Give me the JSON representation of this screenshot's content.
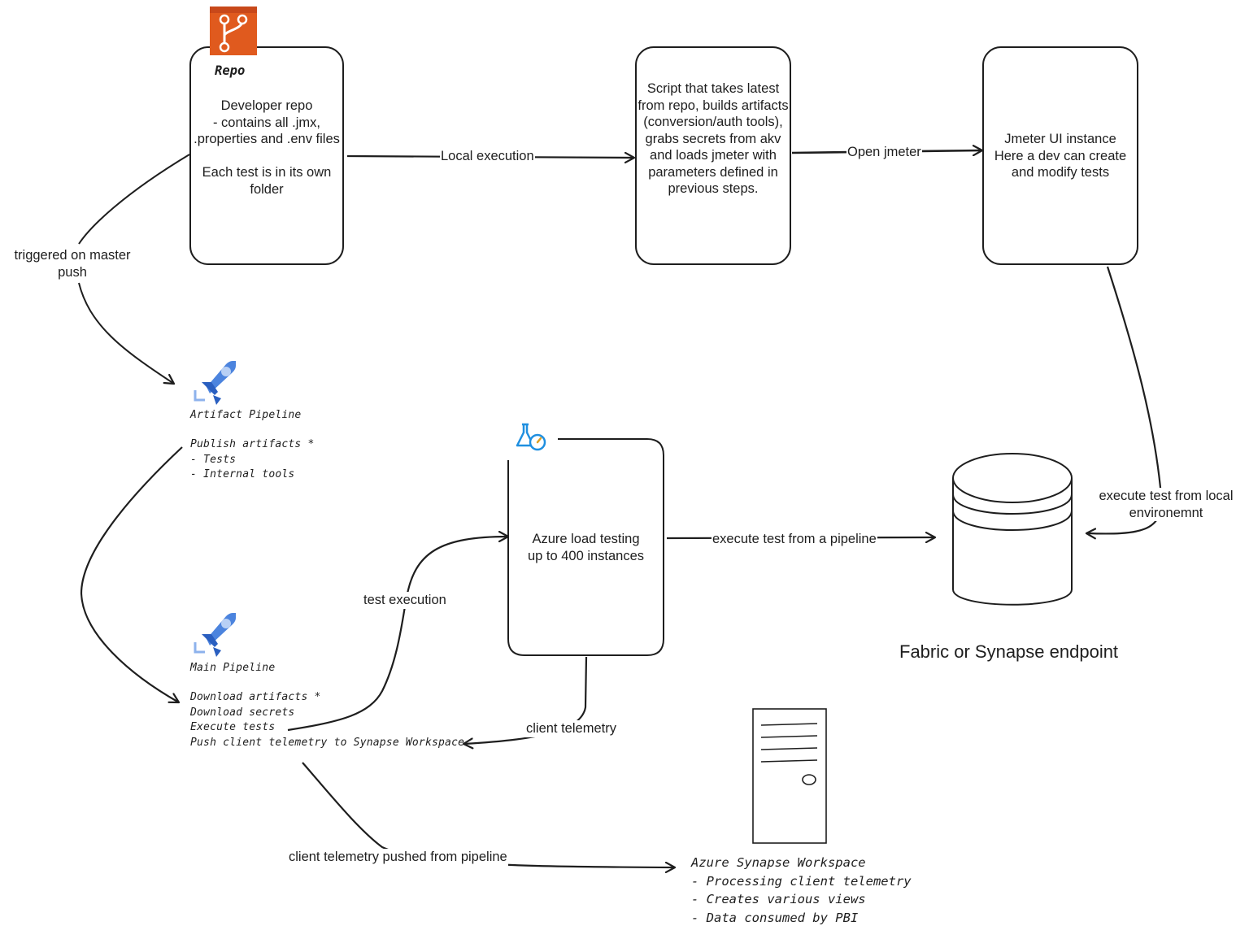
{
  "nodes": {
    "repo": {
      "icon_name": "git-repo-icon",
      "icon_color": "#e05a1e",
      "title": "Repo",
      "text": "Developer repo\n- contains all .jmx, .properties and .env files\n\nEach test is in its own folder"
    },
    "script": {
      "text": "Script that takes latest from repo, builds artifacts (conversion/auth tools), grabs secrets from akv and loads jmeter with parameters defined in previous steps."
    },
    "jmeter_ui": {
      "text": "Jmeter UI instance\nHere a dev can create and modify tests"
    },
    "artifact_pipeline": {
      "icon_name": "azure-pipelines-icon",
      "icon_color": "#2a6fd6",
      "title": "Artifact Pipeline",
      "text": "Publish artifacts *\n- Tests\n- Internal tools"
    },
    "main_pipeline": {
      "icon_name": "azure-pipelines-icon",
      "icon_color": "#2a6fd6",
      "title": "Main Pipeline",
      "text": "Download artifacts *\nDownload secrets\nExecute tests\nPush client telemetry to Synapse Workspace"
    },
    "load_testing": {
      "icon_name": "azure-load-testing-icon",
      "icon_color": "#1f8fe0",
      "text": "Azure load testing\nup to 400 instances"
    },
    "endpoint": {
      "icon_name": "database-cylinder-icon",
      "title": "Fabric or Synapse endpoint"
    },
    "synapse": {
      "icon_name": "server-tower-icon",
      "text": "Azure Synapse Workspace\n- Processing client telemetry\n- Creates various views\n- Data consumed by PBI"
    }
  },
  "edges": {
    "local_execution": "Local execution",
    "open_jmeter": "Open jmeter",
    "triggered": "triggered on master\npush",
    "test_execution": "test execution",
    "execute_pipeline": "execute test from a pipeline",
    "execute_local": "execute test from local\nenvironemnt",
    "client_telemetry": "client telemetry",
    "telemetry_pushed": "client telemetry pushed from pipeline"
  }
}
